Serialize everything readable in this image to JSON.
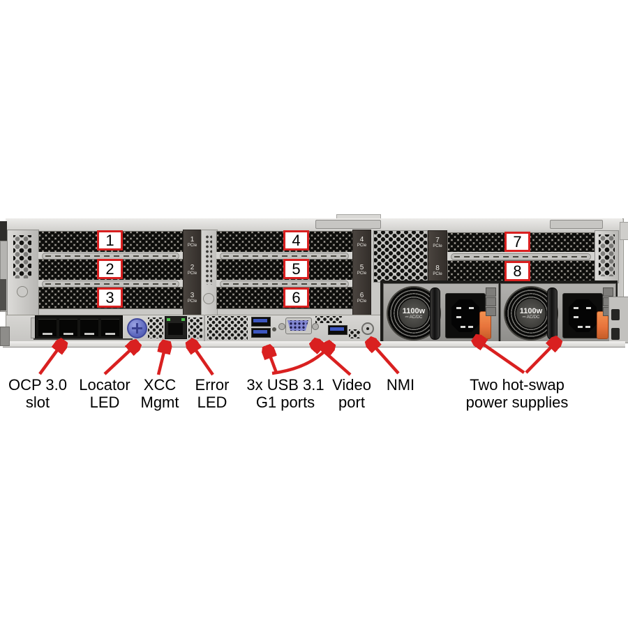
{
  "colors": {
    "callout_red": "#d92020",
    "chassis_gray": "#cfcecb",
    "psu_orange": "#e8743c",
    "usb_blue": "#3d56c0",
    "vga_blue": "#8287d2",
    "locator_blue": "#5f6ac0",
    "led_green": "#4ec24e"
  },
  "pcie_slot_boxes": [
    "1",
    "2",
    "3",
    "4",
    "5",
    "6",
    "7",
    "8"
  ],
  "riser_strip_labels": [
    {
      "num": "1",
      "sub": "PCIe"
    },
    {
      "num": "2",
      "sub": "PCIe"
    },
    {
      "num": "3",
      "sub": "PCIe"
    },
    {
      "num": "4",
      "sub": "PCIe"
    },
    {
      "num": "5",
      "sub": "PCIe"
    },
    {
      "num": "6",
      "sub": "PCIe"
    },
    {
      "num": "7",
      "sub": "PCIe"
    },
    {
      "num": "8",
      "sub": "PCIe"
    }
  ],
  "psu": {
    "wattage": "1100w",
    "rating": "⎓ AC/DC"
  },
  "callouts": [
    {
      "id": "ocp-slot",
      "line1": "OCP 3.0",
      "line2": "slot"
    },
    {
      "id": "locator-led",
      "line1": "Locator",
      "line2": "LED"
    },
    {
      "id": "xcc-mgmt",
      "line1": "XCC",
      "line2": "Mgmt"
    },
    {
      "id": "error-led",
      "line1": "Error",
      "line2": "LED"
    },
    {
      "id": "usb-ports",
      "line1": "3x USB 3.1",
      "line2": "G1 ports"
    },
    {
      "id": "video-port",
      "line1": "Video",
      "line2": "port"
    },
    {
      "id": "nmi",
      "line1": "NMI"
    },
    {
      "id": "power-supplies",
      "line1": "Two hot-swap",
      "line2": "power supplies"
    }
  ]
}
